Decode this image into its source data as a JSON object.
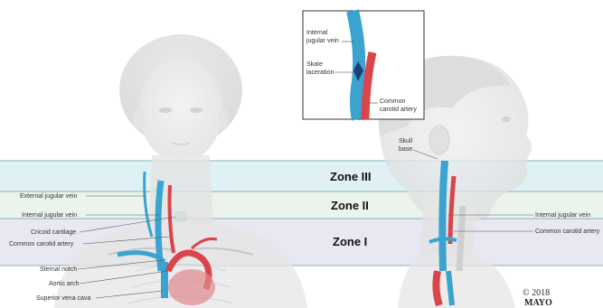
{
  "zones": [
    {
      "label": "Zone III",
      "color": "#dbeef3"
    },
    {
      "label": "Zone II",
      "color": "#e7f1e9"
    },
    {
      "label": "Zone I",
      "color": "#e4e3f0"
    }
  ],
  "left_labels": [
    "External jugular vein",
    "Internal jugular vein",
    "Cricoid cartilage",
    "Common carotid artery",
    "Sternal notch",
    "Aortic arch",
    "Superior vena cava"
  ],
  "right_labels": [
    "Internal jugular vein",
    "Common carotid artery"
  ],
  "head_labels": {
    "skull_base_line1": "Skull",
    "skull_base_line2": "base"
  },
  "inset": {
    "ijv_line1": "Internal",
    "ijv_line2": "jugular vein",
    "skate_line1": "Skate",
    "skate_line2": "laceration",
    "cca_line1": "Common",
    "cca_line2": "carotid artery"
  },
  "credit": {
    "line1": "© 2018",
    "line2": "MAYO"
  },
  "colors": {
    "vein": "#3aa3cf",
    "vein_dark": "#1d6f9b",
    "artery": "#d9454a",
    "skin": "#e9e9e9",
    "zone_line": "#7fb7b7"
  }
}
